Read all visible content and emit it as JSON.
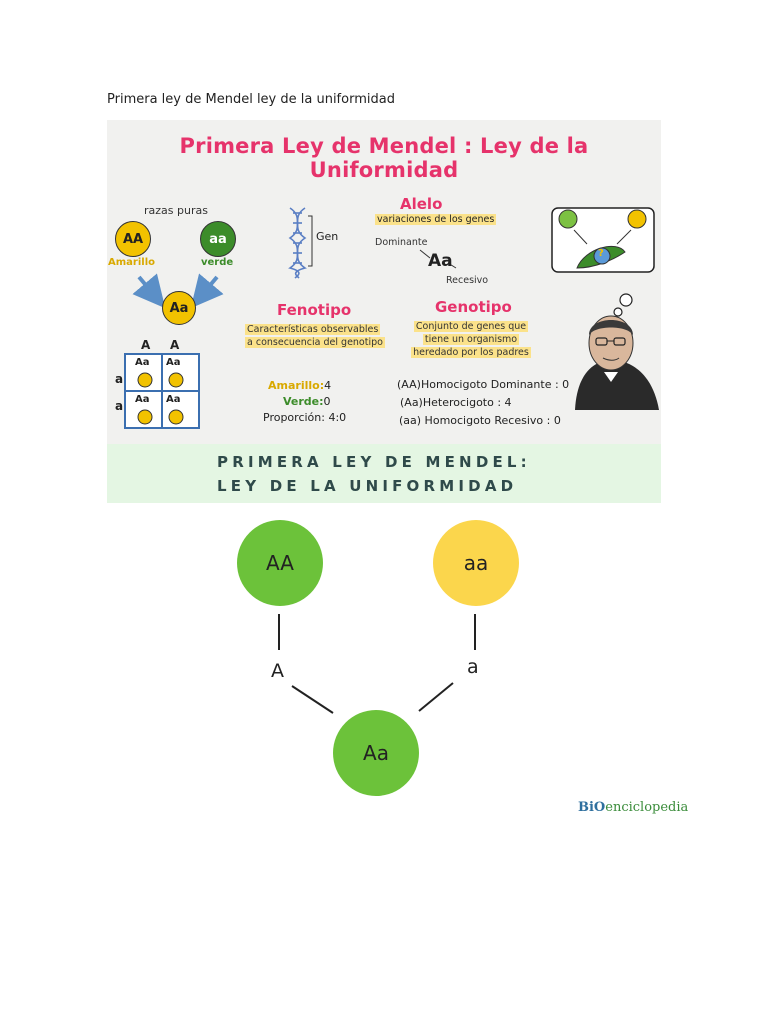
{
  "caption": "Primera ley de Mendel ley de la uniformidad",
  "infographic": {
    "title": "Primera Ley de Mendel : Ley de la Uniformidad",
    "razas_puras": "razas puras",
    "parent1": {
      "genotype": "AA",
      "label": "Amarillo"
    },
    "parent2": {
      "genotype": "aa",
      "label": "verde"
    },
    "offspring": "Aa",
    "punnett": {
      "col_headers": [
        "A",
        "A"
      ],
      "row_headers": [
        "a",
        "a"
      ],
      "cells": [
        "Aa",
        "Aa",
        "Aa",
        "Aa"
      ]
    },
    "gen_label": "Gen",
    "alelo": {
      "title": "Alelo",
      "desc": "variaciones de los genes",
      "dominante": "Dominante",
      "example": "Aa",
      "recesivo": "Recesivo"
    },
    "fenotipo": {
      "title": "Fenotipo",
      "desc_line1": "Características observables",
      "desc_line2": "a consecuencia del genotipo"
    },
    "genotipo": {
      "title": "Genotipo",
      "desc_line1": "Conjunto de genes que",
      "desc_line2": "tiene un organismo",
      "desc_line3": "heredado por los padres"
    },
    "counts": {
      "amarillo_label": "Amarillo:",
      "amarillo_value": "4",
      "verde_label": "Verde:",
      "verde_value": "0",
      "proporcion": "Proporción: 4:0"
    },
    "genotypes_list": [
      "(AA)Homocigoto Dominante  : 0",
      "(Aa)Heterocigoto : 4",
      "(aa) Homocigoto Recesivo : 0"
    ],
    "question_mark": "?",
    "banner_line1": "PRIMERA LEY DE MENDEL:",
    "banner_line2": "LEY DE LA UNIFORMIDAD"
  },
  "diagram": {
    "left_parent": "AA",
    "right_parent": "aa",
    "left_allele": "A",
    "right_allele": "a",
    "child": "Aa"
  },
  "logo": {
    "prefix": "BiO",
    "suffix": "enciclopedia"
  },
  "colors": {
    "pink": "#e6336b",
    "green": "#6cc23a",
    "yellow": "#fbd64c",
    "dark_green": "#3c8c2a",
    "mustard": "#d9a900",
    "banner": "#e4f6e3"
  }
}
